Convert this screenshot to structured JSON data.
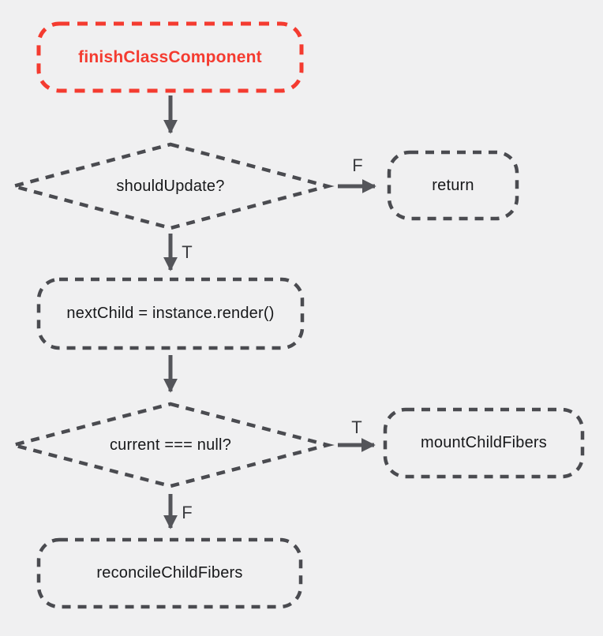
{
  "colors": {
    "background": "#f0f0f1",
    "start_node_red": "#f43b30",
    "node_stroke_gray": "#4a4b50",
    "arrow_gray": "#54555a",
    "node_text": "#17181a",
    "edge_label_text": "#3b3c40"
  },
  "nodes": {
    "finish_class_component": {
      "label": "finishClassComponent",
      "shape": "rounded-rect",
      "style": "red-dashed"
    },
    "should_update": {
      "label": "shouldUpdate?",
      "shape": "diamond",
      "style": "gray-dashed"
    },
    "return_node": {
      "label": "return",
      "shape": "rounded-rect",
      "style": "gray-dashed"
    },
    "next_child": {
      "label": "nextChild = instance.render()",
      "shape": "rounded-rect",
      "style": "gray-dashed"
    },
    "current_null": {
      "label": "current === null?",
      "shape": "diamond",
      "style": "gray-dashed"
    },
    "mount_child_fibers": {
      "label": "mountChildFibers",
      "shape": "rounded-rect",
      "style": "gray-dashed"
    },
    "reconcile_child_fibers": {
      "label": "reconcileChildFibers",
      "shape": "rounded-rect",
      "style": "gray-dashed"
    }
  },
  "edges": {
    "finish_to_should_update": {
      "label": "",
      "from": "finish_class_component",
      "to": "should_update"
    },
    "should_update_false": {
      "label": "F",
      "from": "should_update",
      "to": "return_node"
    },
    "should_update_true": {
      "label": "T",
      "from": "should_update",
      "to": "next_child"
    },
    "next_child_to_current_null": {
      "label": "",
      "from": "next_child",
      "to": "current_null"
    },
    "current_null_true": {
      "label": "T",
      "from": "current_null",
      "to": "mount_child_fibers"
    },
    "current_null_false": {
      "label": "F",
      "from": "current_null",
      "to": "reconcile_child_fibers"
    }
  }
}
